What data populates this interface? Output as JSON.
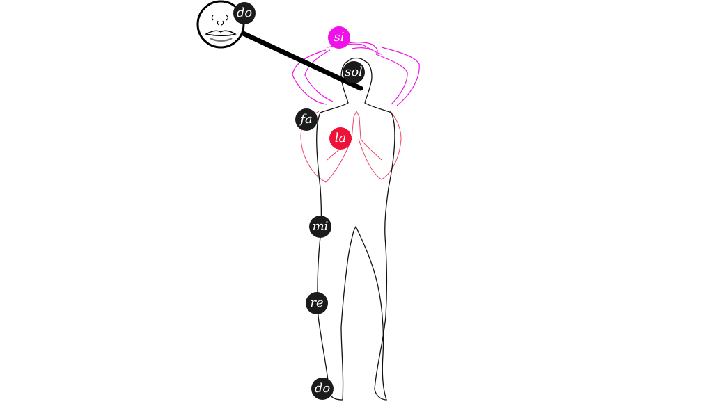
{
  "diagram": {
    "colors": {
      "background": "#ffffff",
      "body_outline": "#111111",
      "raised_arms": "#f010e8",
      "praying_arms": "#ee4466",
      "note_dark": "#1b1b1b",
      "note_magenta": "#f010e8",
      "note_red": "#ee1238",
      "note_text": "#ffffff"
    },
    "notes": [
      {
        "id": "do_mouth",
        "label": "do",
        "position": "mouth (magnified)",
        "color": "#1b1b1b"
      },
      {
        "id": "si",
        "label": "si",
        "position": "above head, hands raised",
        "color": "#f010e8"
      },
      {
        "id": "sol",
        "label": "sol",
        "position": "head",
        "color": "#1b1b1b"
      },
      {
        "id": "fa",
        "label": "fa",
        "position": "shoulder",
        "color": "#1b1b1b"
      },
      {
        "id": "la",
        "label": "la",
        "position": "chest, praying hands",
        "color": "#ee1238"
      },
      {
        "id": "mi",
        "label": "mi",
        "position": "hip",
        "color": "#1b1b1b"
      },
      {
        "id": "re",
        "label": "re",
        "position": "knee",
        "color": "#1b1b1b"
      },
      {
        "id": "do_feet",
        "label": "do",
        "position": "feet",
        "color": "#1b1b1b"
      }
    ]
  }
}
